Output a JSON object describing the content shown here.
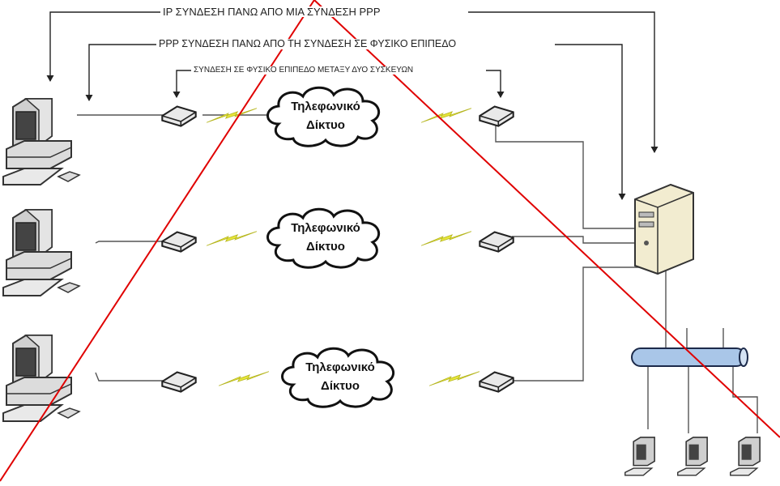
{
  "labels": {
    "ip_over_ppp": "IP ΣΥΝΔΕΣΗ  ΠΑΝΩ ΑΠΟ ΜΙΑ ΣΥΝΔΕΣΗ PPP",
    "ppp_over_physical": "PPP ΣΥΝΔΕΣΗ ΠΑΝΩ ΑΠΟ ΤΗ ΣΥΝΔΕΣΗ ΣΕ ΦΥΣΙΚΟ ΕΠΙΠΕΔΟ",
    "physical_link": "ΣΥΝΔΕΣΗ ΣΕ ΦΥΣΙΚΟ ΕΠΙΠΕΔΟ ΜΕΤΑΞΥ ΔΥΟ ΣΥΣΚΕΥΩΝ"
  },
  "clouds": [
    {
      "line1": "Τηλεφωνικό",
      "line2": "Δίκτυο"
    },
    {
      "line1": "Τηλεφωνικό",
      "line2": "Δίκτυο"
    },
    {
      "line1": "Τηλεφωνικό",
      "line2": "Δίκτυο"
    }
  ],
  "colors": {
    "line": "#555555",
    "cross_out": "#e00000",
    "lightning": "#e6e63a",
    "bus": "#a9c6e8",
    "server": "#f2ecd0"
  }
}
